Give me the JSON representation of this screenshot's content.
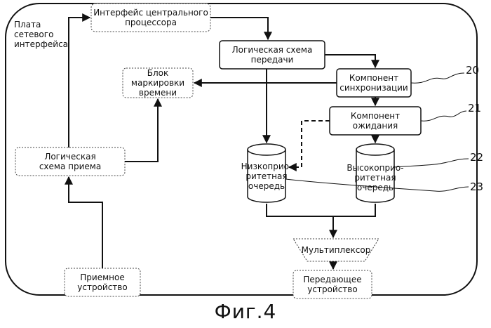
{
  "board_label": [
    "Плата",
    "сетевого",
    "интерфейса"
  ],
  "cpu_interface": [
    "Интерфейс центрального",
    "процессора"
  ],
  "tx_logic": [
    "Логическая схема",
    "передачи"
  ],
  "timestamp_block": [
    "Блок",
    "маркировки",
    "времени"
  ],
  "sync_component": [
    "Компонент",
    "синхронизации"
  ],
  "wait_component": [
    "Компонент",
    "ожидания"
  ],
  "rx_logic": [
    "Логическая",
    "схема приема"
  ],
  "low_queue": [
    "Низкоприо-",
    "ритетная",
    "очередь"
  ],
  "high_queue": [
    "Высокоприо-",
    "ритетная",
    "очередь"
  ],
  "multiplexer": "Мультиплексор",
  "receiver": [
    "Приемное",
    "устройство"
  ],
  "transmitter": [
    "Передающее",
    "устройство"
  ],
  "refs": {
    "sync": "20",
    "wait": "21",
    "high": "22",
    "low": "23"
  },
  "caption": "Фиг.4"
}
